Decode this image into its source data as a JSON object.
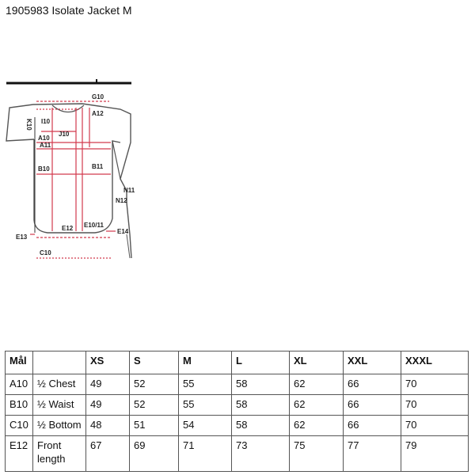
{
  "document": {
    "title": "1905983 Isolate Jacket M"
  },
  "diagram_labels": {
    "g10": "G10",
    "a12": "A12",
    "k10": "K10",
    "i10": "I10",
    "j10": "J10",
    "a10": "A10",
    "a11": "A11",
    "b10": "B10",
    "b11": "B11",
    "n11": "N11",
    "n12": "N12",
    "e12": "E12",
    "e1011": "E10/11",
    "e13": "E13",
    "e14": "E14",
    "c10": "C10"
  },
  "table": {
    "headers": [
      "Mål",
      "",
      "XS",
      "S",
      "M",
      "L",
      "XL",
      "XXL",
      "XXXL"
    ],
    "rows": [
      {
        "code": "A10",
        "label": "½ Chest",
        "values": [
          "49",
          "52",
          "55",
          "58",
          "62",
          "66",
          "70"
        ]
      },
      {
        "code": "B10",
        "label": "½ Waist",
        "values": [
          "49",
          "52",
          "55",
          "58",
          "62",
          "66",
          "70"
        ]
      },
      {
        "code": "C10",
        "label": "½ Bottom",
        "values": [
          "48",
          "51",
          "54",
          "58",
          "62",
          "66",
          "70"
        ]
      },
      {
        "code": "E12",
        "label": "Front length",
        "values": [
          "67",
          "69",
          "71",
          "73",
          "75",
          "77",
          "79"
        ]
      }
    ]
  },
  "colors": {
    "measure_line": "#d23a4e",
    "outline": "#555555"
  }
}
